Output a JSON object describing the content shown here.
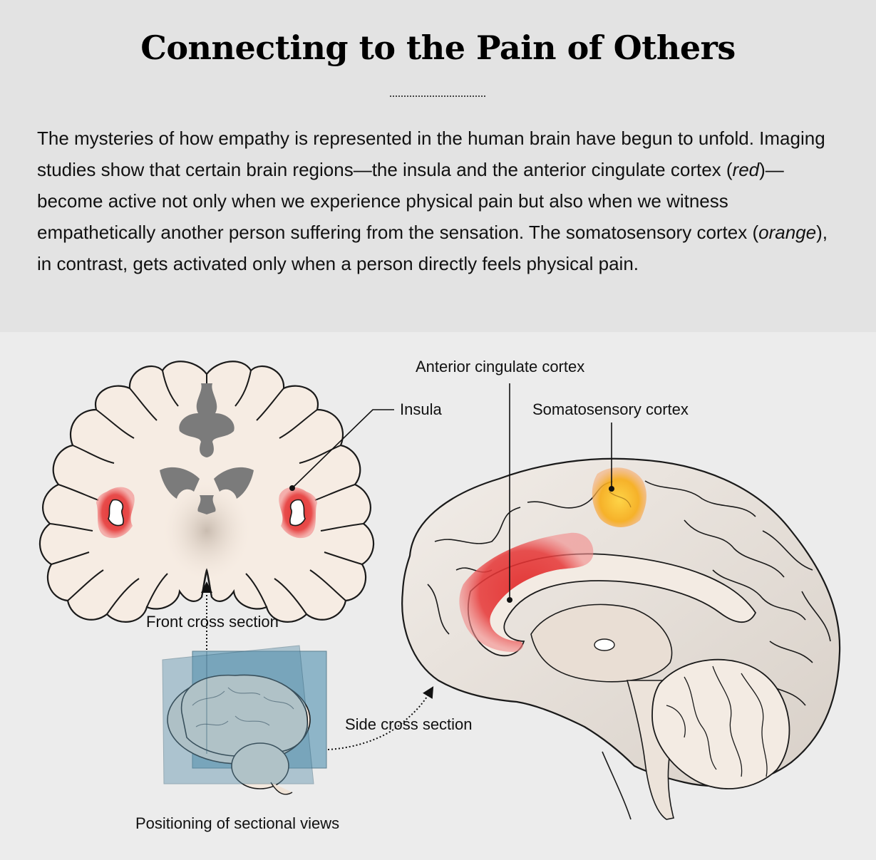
{
  "title": "Connecting to the Pain of Others",
  "intro": {
    "part1": "The mysteries of how empathy is represented in the human brain have begun to unfold. Imaging studies show that certain brain regions—the insula and the anterior cingulate cortex (",
    "red_word": "red",
    "part2": ")—become active not only when we experience physical pain but also when we witness empathetically another person suffering from the sensation. The somatosensory cortex (",
    "orange_word": "orange",
    "part3": "), in contrast, gets activated only when a person directly feels physical pain."
  },
  "labels": {
    "insula": "Insula",
    "anterior_cingulate": "Anterior cingulate cortex",
    "somatosensory": "Somatosensory cortex",
    "front_section": "Front cross section",
    "side_section": "Side cross section",
    "positioning": "Positioning of sectional views"
  },
  "colors": {
    "red_region": "#e23b3b",
    "orange_region": "#f6b21d",
    "brain_tissue": "#f6ece3",
    "ventricle": "#7b7b7b",
    "plane": "#6fa3bd"
  }
}
